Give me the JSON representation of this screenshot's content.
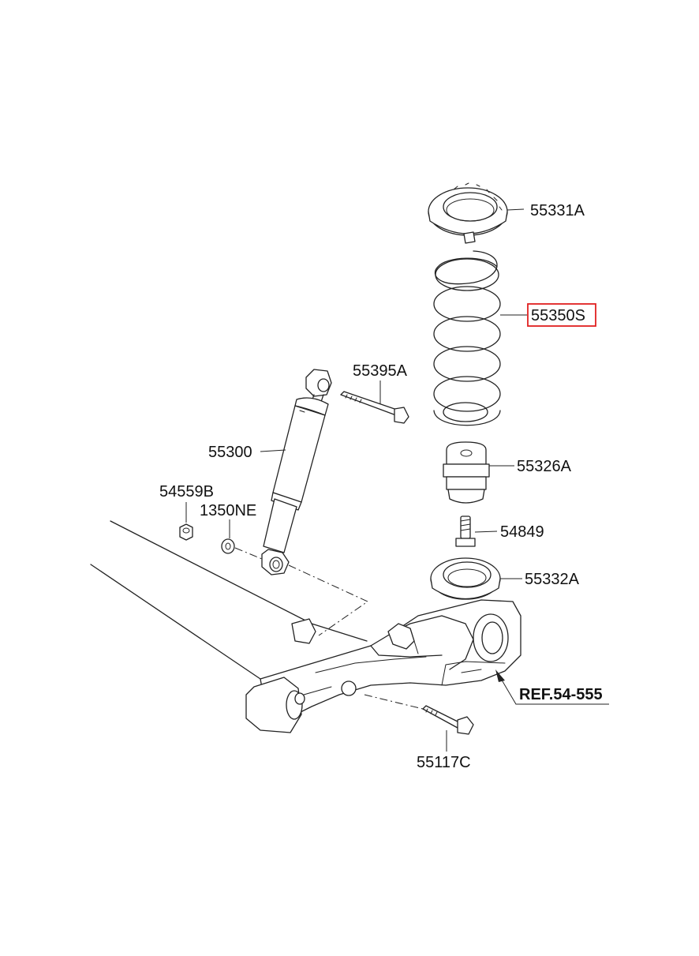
{
  "diagram": {
    "parts": {
      "spring_upper_pad": {
        "number": "55331A"
      },
      "coil_spring": {
        "number": "55350S"
      },
      "shock_bolt": {
        "number": "55395A"
      },
      "shock_absorber": {
        "number": "55300"
      },
      "bump_stopper": {
        "number": "55326A"
      },
      "nut": {
        "number": "54559B"
      },
      "washer": {
        "number": "1350NE"
      },
      "stopper_bolt": {
        "number": "54849"
      },
      "spring_lower_pad": {
        "number": "55332A"
      },
      "torsion_axle_bolt": {
        "number": "55117C"
      }
    },
    "reference": {
      "label": "REF.54-555"
    },
    "highlight_color": "#e02020",
    "line_color": "#222222"
  }
}
